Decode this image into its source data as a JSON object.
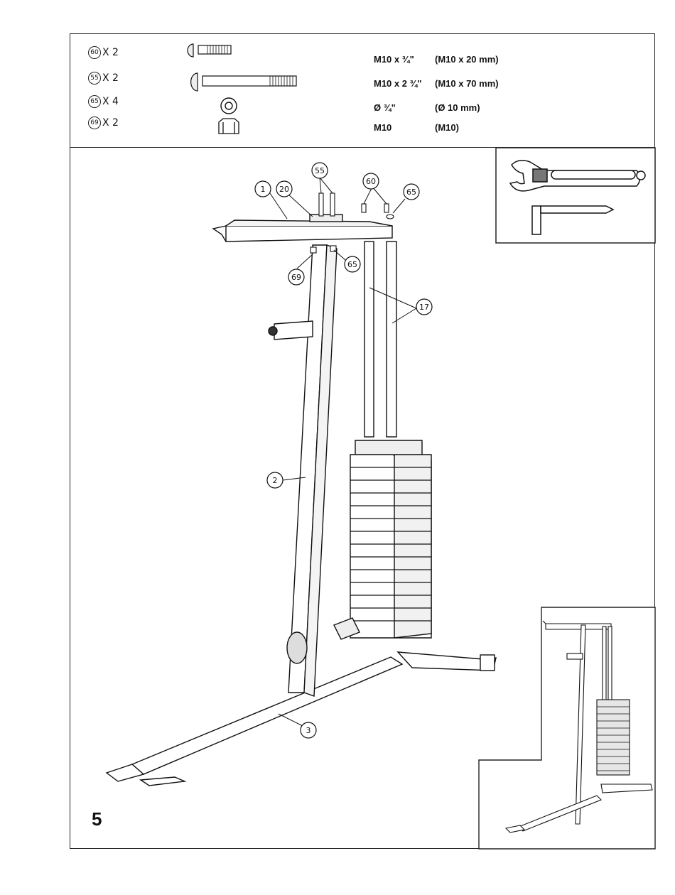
{
  "parts": [
    {
      "callout": "60",
      "qty": "X 2",
      "spec_imperial": "M10 x ¾\"",
      "spec_metric": "(M10 x 20 mm)",
      "icon": "short-bolt-icon"
    },
    {
      "callout": "55",
      "qty": "X 2",
      "spec_imperial": "M10 x 2 ¾\"",
      "spec_metric": "(M10 x 70 mm)",
      "icon": "long-bolt-icon"
    },
    {
      "callout": "65",
      "qty": "X 4",
      "spec_imperial": "Ø ¾\"",
      "spec_metric": "(Ø 10 mm)",
      "icon": "washer-icon"
    },
    {
      "callout": "69",
      "qty": "X 2",
      "spec_imperial": "M10",
      "spec_metric": "(M10)",
      "icon": "nut-icon"
    }
  ],
  "tools": [
    "wrench-icon",
    "allen-key-icon"
  ],
  "callouts": {
    "c1": "1",
    "c20": "20",
    "c55": "55",
    "c60": "60",
    "c65a": "65",
    "c69": "69",
    "c65b": "65",
    "c17": "17",
    "c2": "2",
    "c3": "3"
  },
  "page_number": "5"
}
